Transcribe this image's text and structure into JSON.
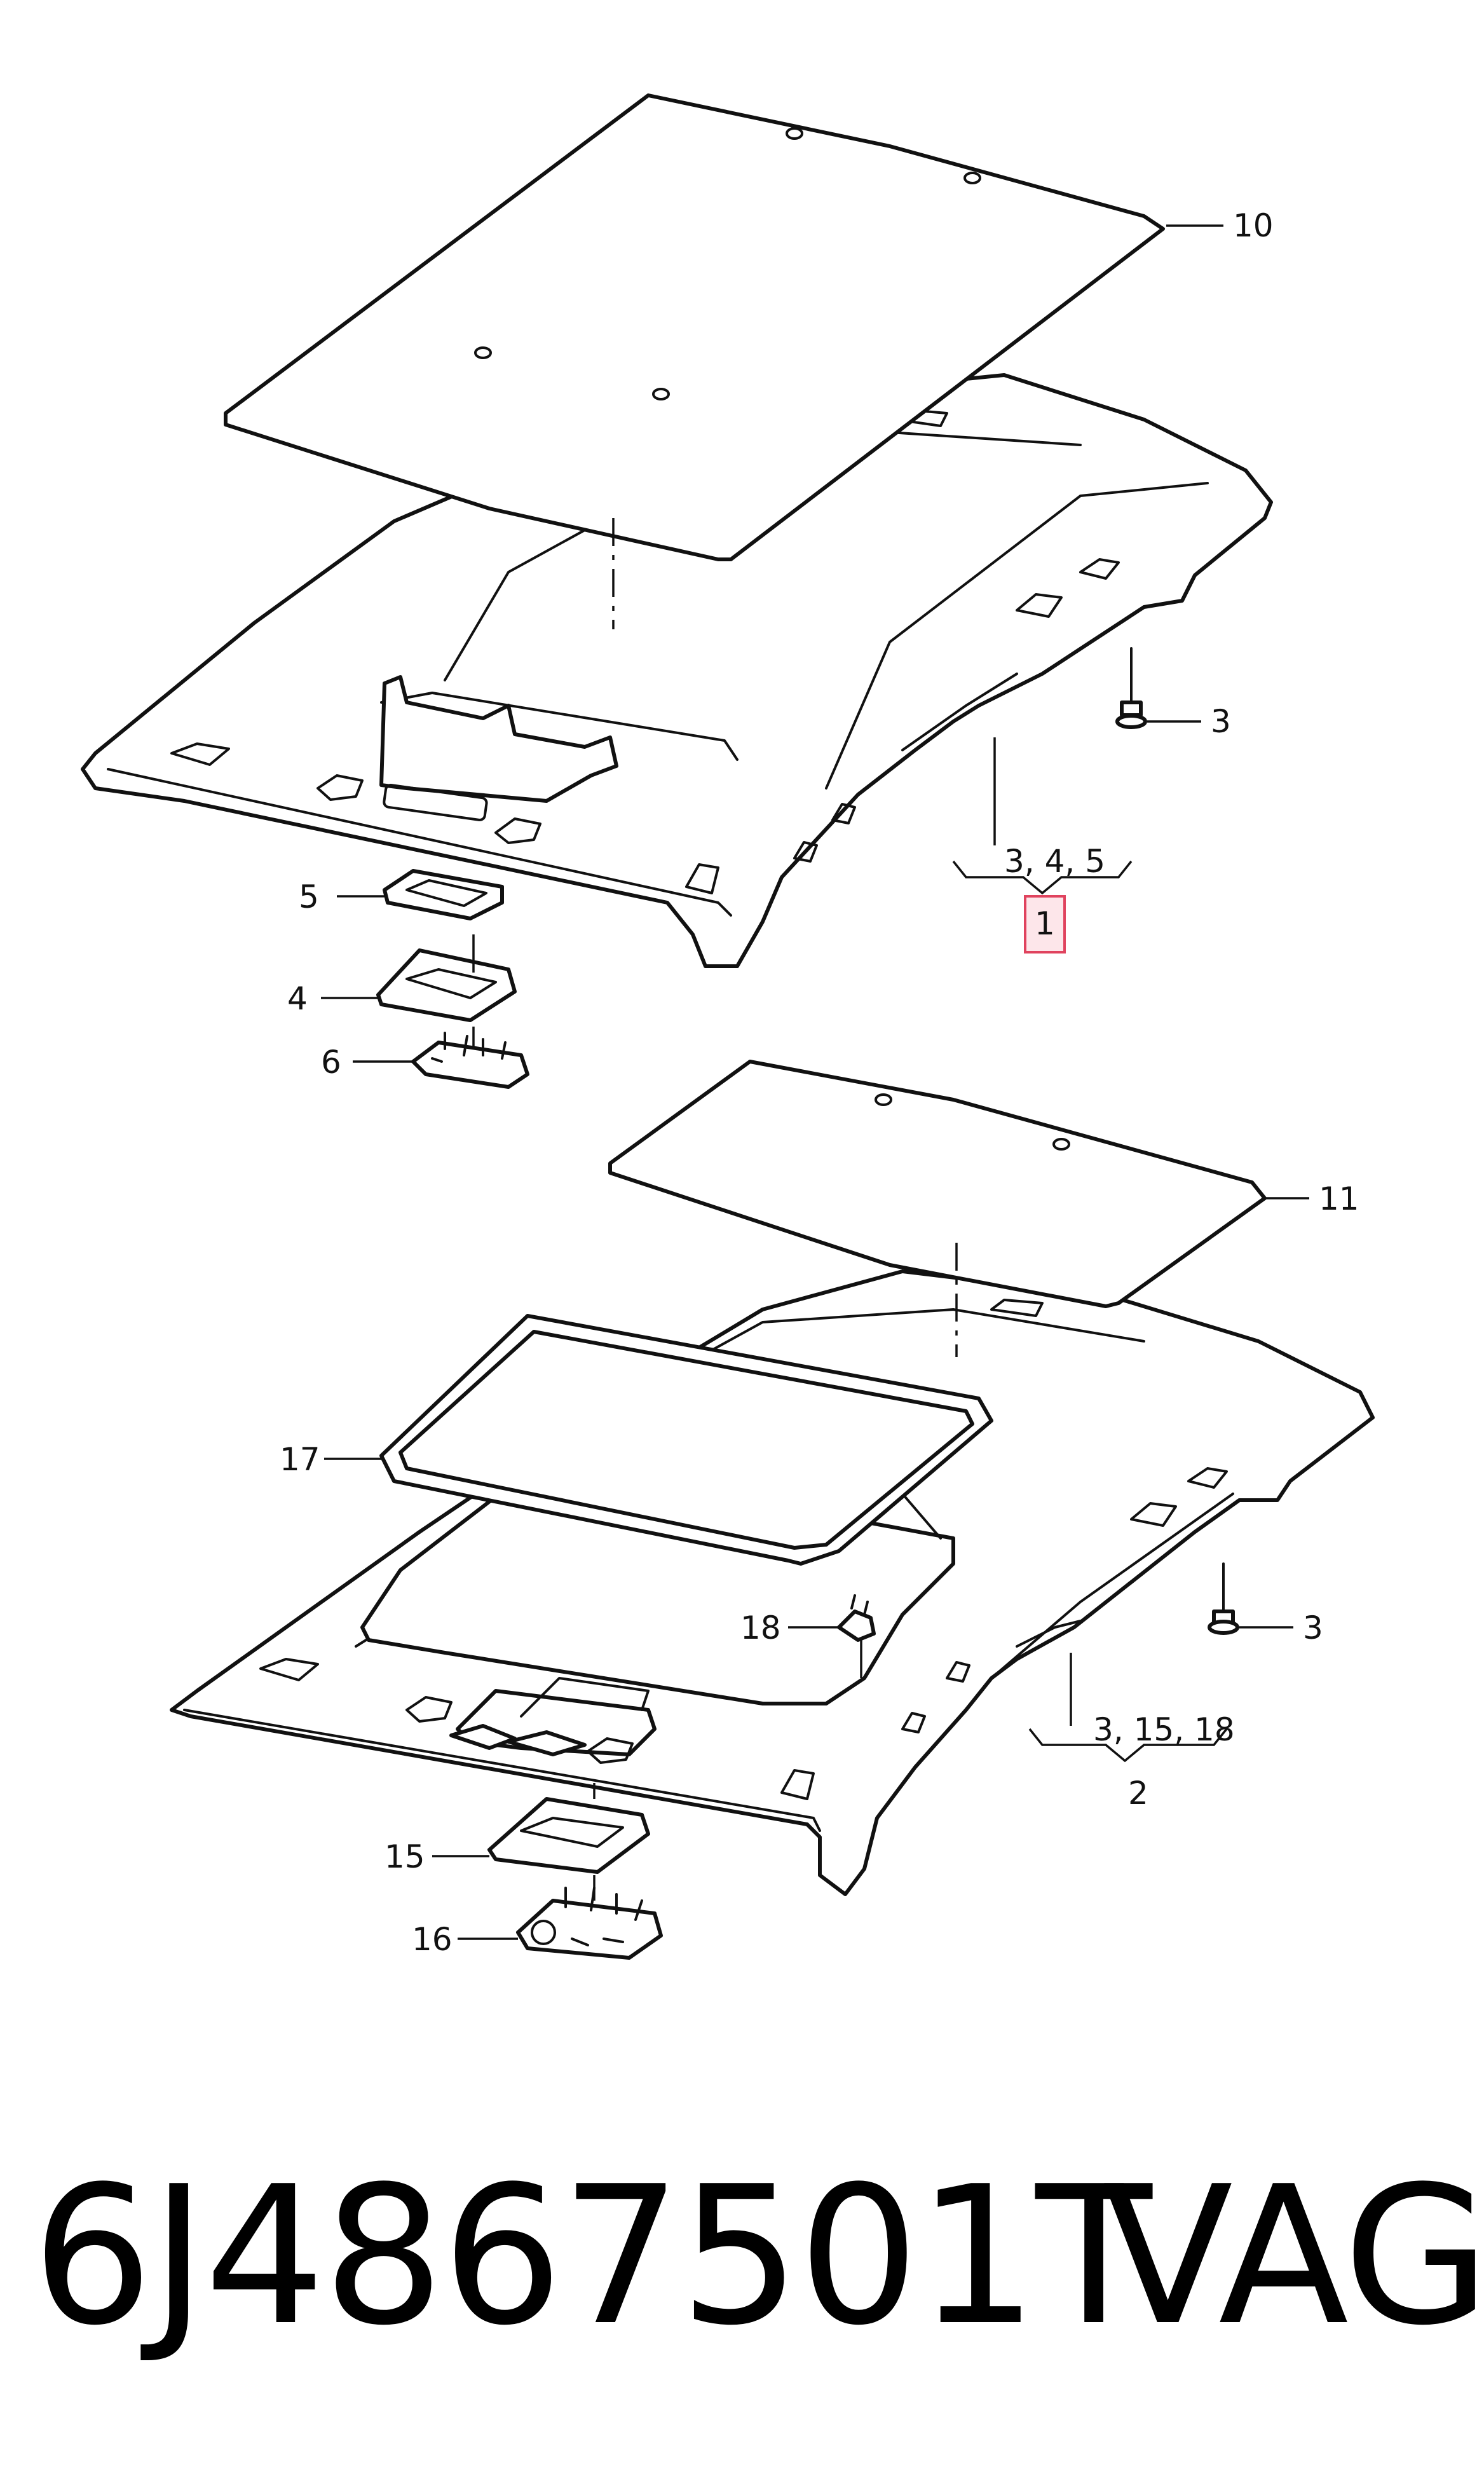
{
  "callouts": {
    "c10": "10",
    "c3_upper": "3",
    "c345": "3, 4, 5",
    "c1": "1",
    "c5": "5",
    "c4": "4",
    "c6": "6",
    "c11": "11",
    "c17": "17",
    "c18": "18",
    "c3_lower": "3",
    "c3_15_18": "3, 15, 18",
    "c2": "2",
    "c15": "15",
    "c16": "16"
  },
  "footer": {
    "part_number": "6J4867501T",
    "brand": "VAG"
  },
  "colors": {
    "line": "#111111",
    "highlight_fill": "#fde6ea",
    "highlight_stroke": "#e0435e"
  }
}
